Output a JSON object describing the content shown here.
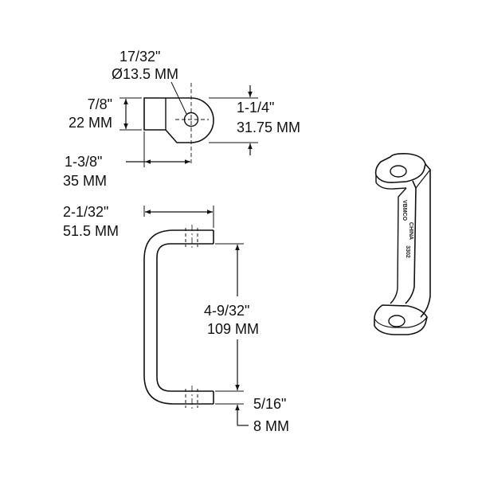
{
  "hole": {
    "frac": "17/32\"",
    "metric": "Ø13.5 MM"
  },
  "foot_height": {
    "frac": "7/8\"",
    "metric": "22 MM"
  },
  "foot_width": {
    "frac": "1-1/4\"",
    "metric": "31.75 MM"
  },
  "hole_offset": {
    "frac": "1-3/8\"",
    "metric": "35 MM"
  },
  "handle_depth": {
    "frac": "2-1/32\"",
    "metric": "51.5 MM"
  },
  "center_distance": {
    "frac": "4-9/32\"",
    "metric": "109 MM"
  },
  "thickness": {
    "frac": "5/16\"",
    "metric": "8 MM"
  },
  "part_markings": {
    "brand": "VBMCO",
    "origin": "CHINA",
    "part_no": "3302"
  },
  "colors": {
    "line": "#111111",
    "background": "#ffffff"
  }
}
